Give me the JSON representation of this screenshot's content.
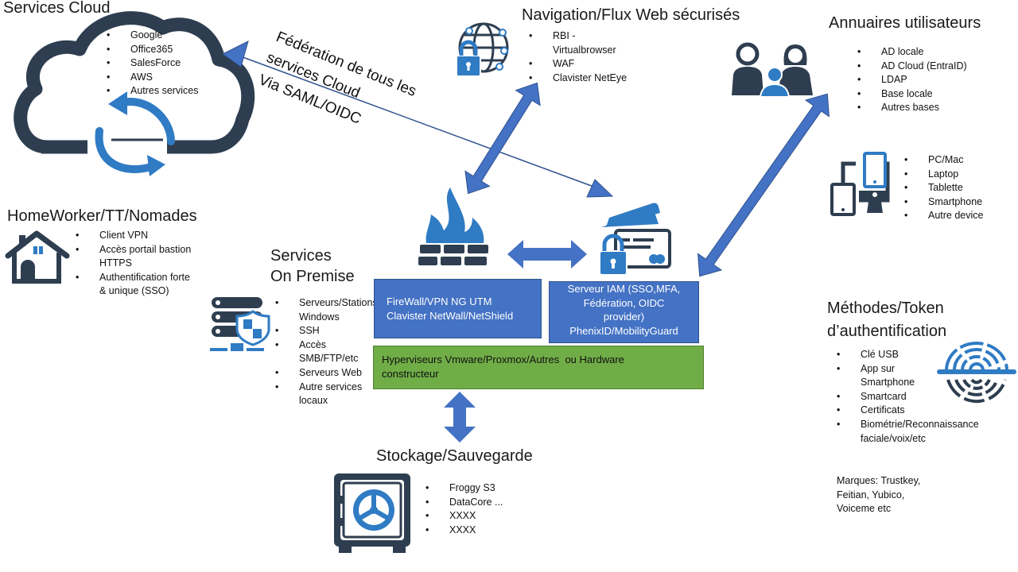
{
  "colors": {
    "dark": "#2e3e50",
    "blue_icon": "#2f7bc4",
    "arrow": "#4472c4",
    "box_blue": "#4472c4",
    "box_green": "#70ad47"
  },
  "cloud": {
    "title": "Services Cloud",
    "items": [
      "Google",
      "Office365",
      "SalesForce",
      "AWS",
      "Autres services"
    ],
    "icon": "cloud-sync-icon"
  },
  "federation": {
    "lines": [
      "Fédération de tous les",
      "services Cloud",
      "Via SAML/OIDC"
    ]
  },
  "navigation": {
    "title": "Navigation/Flux Web sécurisés",
    "items": [
      "RBI - Virtualbrowser",
      "WAF",
      "Clavister NetEye"
    ],
    "icon": "globe-lock-icon"
  },
  "directories": {
    "title": "Annuaires utilisateurs",
    "items": [
      "AD locale",
      "AD Cloud (EntraID)",
      "LDAP",
      "Base locale",
      "Autres bases"
    ],
    "icon": "users-family-icon"
  },
  "devices": {
    "items": [
      "PC/Mac",
      "Laptop",
      "Tablette",
      "Smartphone",
      "Autre device"
    ],
    "icon": "devices-icon"
  },
  "homeworker": {
    "title": "HomeWorker/TT/Nomades",
    "items": [
      "Client VPN",
      "Accès portail bastion HTTPS",
      "Authentification forte & unique (SSO)"
    ],
    "icon": "house-icon"
  },
  "onpremise": {
    "title_line1": "Services",
    "title_line2": "On Premise",
    "items": [
      "Serveurs/Stations Windows",
      "SSH",
      "Accès SMB/FTP/etc",
      "Serveurs Web",
      "Autre services locaux"
    ],
    "icon": "server-shield-icon"
  },
  "firewall": {
    "line1": "FireWall/VPN NG UTM",
    "line2": "Clavister NetWall/NetShield",
    "icon": "firewall-icon"
  },
  "iam": {
    "line1": "Serveur IAM (SSO,MFA,",
    "line2": "Fédération, OIDC",
    "line3": "provider)",
    "line4": "PhenixID/MobilityGuard",
    "icon": "card-lock-icon"
  },
  "hypervisor": {
    "line1": "Hyperviseurs Vmware/Proxmox/Autres  ou Hardware",
    "line2": "constructeur"
  },
  "storage": {
    "title": "Stockage/Sauvegarde",
    "items": [
      "Froggy S3",
      "DataCore ...",
      "XXXX",
      "XXXX"
    ],
    "icon": "safe-icon"
  },
  "auth_methods": {
    "title_line1": "Méthodes/Token",
    "title_line2": "d’authentification",
    "items": [
      "Clé USB",
      "App sur Smartphone",
      "Smartcard",
      "Certificats",
      "Biométrie/Reconnaissance faciale/voix/etc"
    ],
    "brands_line1": "Marques: Trustkey,",
    "brands_line2": "Feitian, Yubico,",
    "brands_line3": "Voiceme etc",
    "icon": "fingerprint-icon"
  }
}
